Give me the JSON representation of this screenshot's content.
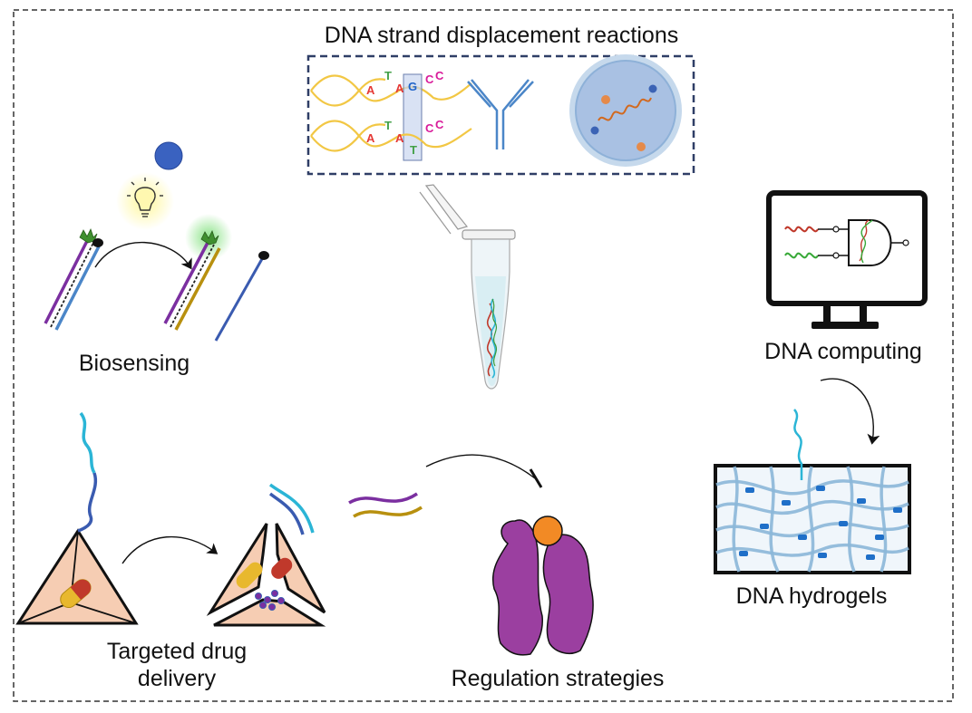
{
  "title": "DNA strand displacement reactions",
  "bases_top": [
    {
      "letter": "A",
      "color": "#e53935"
    },
    {
      "letter": "T",
      "color": "#43a047"
    },
    {
      "letter": "A",
      "color": "#e53935"
    },
    {
      "letter": "G",
      "color": "#1e63c8"
    },
    {
      "letter": "C",
      "color": "#d81b9a"
    },
    {
      "letter": "C",
      "color": "#d81b9a"
    }
  ],
  "bases_bottom": [
    {
      "letter": "A",
      "color": "#e53935"
    },
    {
      "letter": "T",
      "color": "#43a047"
    },
    {
      "letter": "A",
      "color": "#e53935"
    },
    {
      "letter": "T",
      "color": "#43a047"
    },
    {
      "letter": "C",
      "color": "#d81b9a"
    },
    {
      "letter": "C",
      "color": "#d81b9a"
    }
  ],
  "labels": {
    "biosensing": "Biosensing",
    "dna_computing": "DNA computing",
    "dna_hydrogels": "DNA hydrogels",
    "targeted_drug_delivery_line1": "Targeted drug",
    "targeted_drug_delivery_line2": "delivery",
    "regulation_strategies": "Regulation strategies"
  },
  "colors": {
    "purple_strand": "#7b2fa0",
    "blue_strand": "#4b86c8",
    "gold_strand": "#b8900f",
    "cyan_strand": "#2bb5d6",
    "navy_strand": "#3a5bb0",
    "helix_yellow": "#f2c744",
    "protein": "#9b3fa0",
    "tetrahedron_fill": "#f6cdb3",
    "hydrogel_fiber": "#8bb7d8",
    "dashed_border": "#2f3e66"
  }
}
